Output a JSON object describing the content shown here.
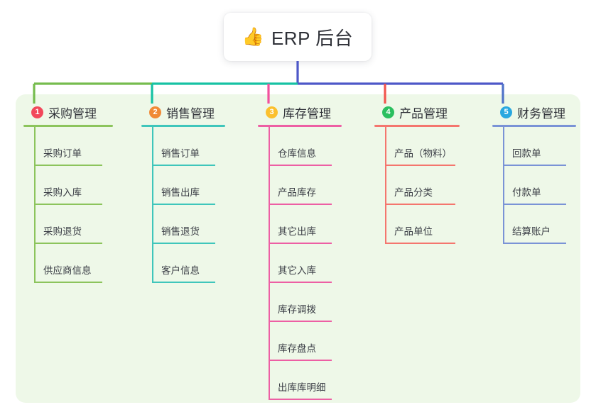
{
  "root": {
    "icon": "thumbs-up-icon",
    "icon_glyph": "👍",
    "title": "ERP 后台"
  },
  "theme": {
    "panel_bg": "#eef8e8",
    "card_bg": "#ffffff",
    "text": "#2f3138",
    "root_stem": "#4d58c8"
  },
  "bus": {
    "segments": [
      {
        "name": "bus-green",
        "color": "#76bc4e"
      },
      {
        "name": "bus-teal",
        "color": "#16c2a3"
      },
      {
        "name": "bus-indigo",
        "color": "#4d58c8"
      }
    ]
  },
  "branches": [
    {
      "number": "1",
      "title": "采购管理",
      "badge_color": "#f2485b",
      "line_color": "#8cc45c",
      "drop_color": "#76bc4e",
      "items": [
        "采购订单",
        "采购入库",
        "采购退货",
        "供应商信息"
      ]
    },
    {
      "number": "2",
      "title": "销售管理",
      "badge_color": "#f08a36",
      "line_color": "#3fc6bb",
      "drop_color": "#16c2a3",
      "items": [
        "销售订单",
        "销售出库",
        "销售退货",
        "客户信息"
      ]
    },
    {
      "number": "3",
      "title": "库存管理",
      "badge_color": "#fbc02d",
      "line_color": "#ed5fa4",
      "drop_color": "#f2509e",
      "items": [
        "仓库信息",
        "产品库存",
        "其它出库",
        "其它入库",
        "库存调拨",
        "库存盘点",
        "出库库明细"
      ]
    },
    {
      "number": "4",
      "title": "产品管理",
      "badge_color": "#2bbf5f",
      "line_color": "#f4766e",
      "drop_color": "#f2554e",
      "items": [
        "产品（物料）",
        "产品分类",
        "产品单位"
      ]
    },
    {
      "number": "5",
      "title": "财务管理",
      "badge_color": "#29a8e0",
      "line_color": "#7a93d6",
      "drop_color": "#4f73c8",
      "items": [
        "回款单",
        "付款单",
        "结算账户"
      ]
    }
  ]
}
